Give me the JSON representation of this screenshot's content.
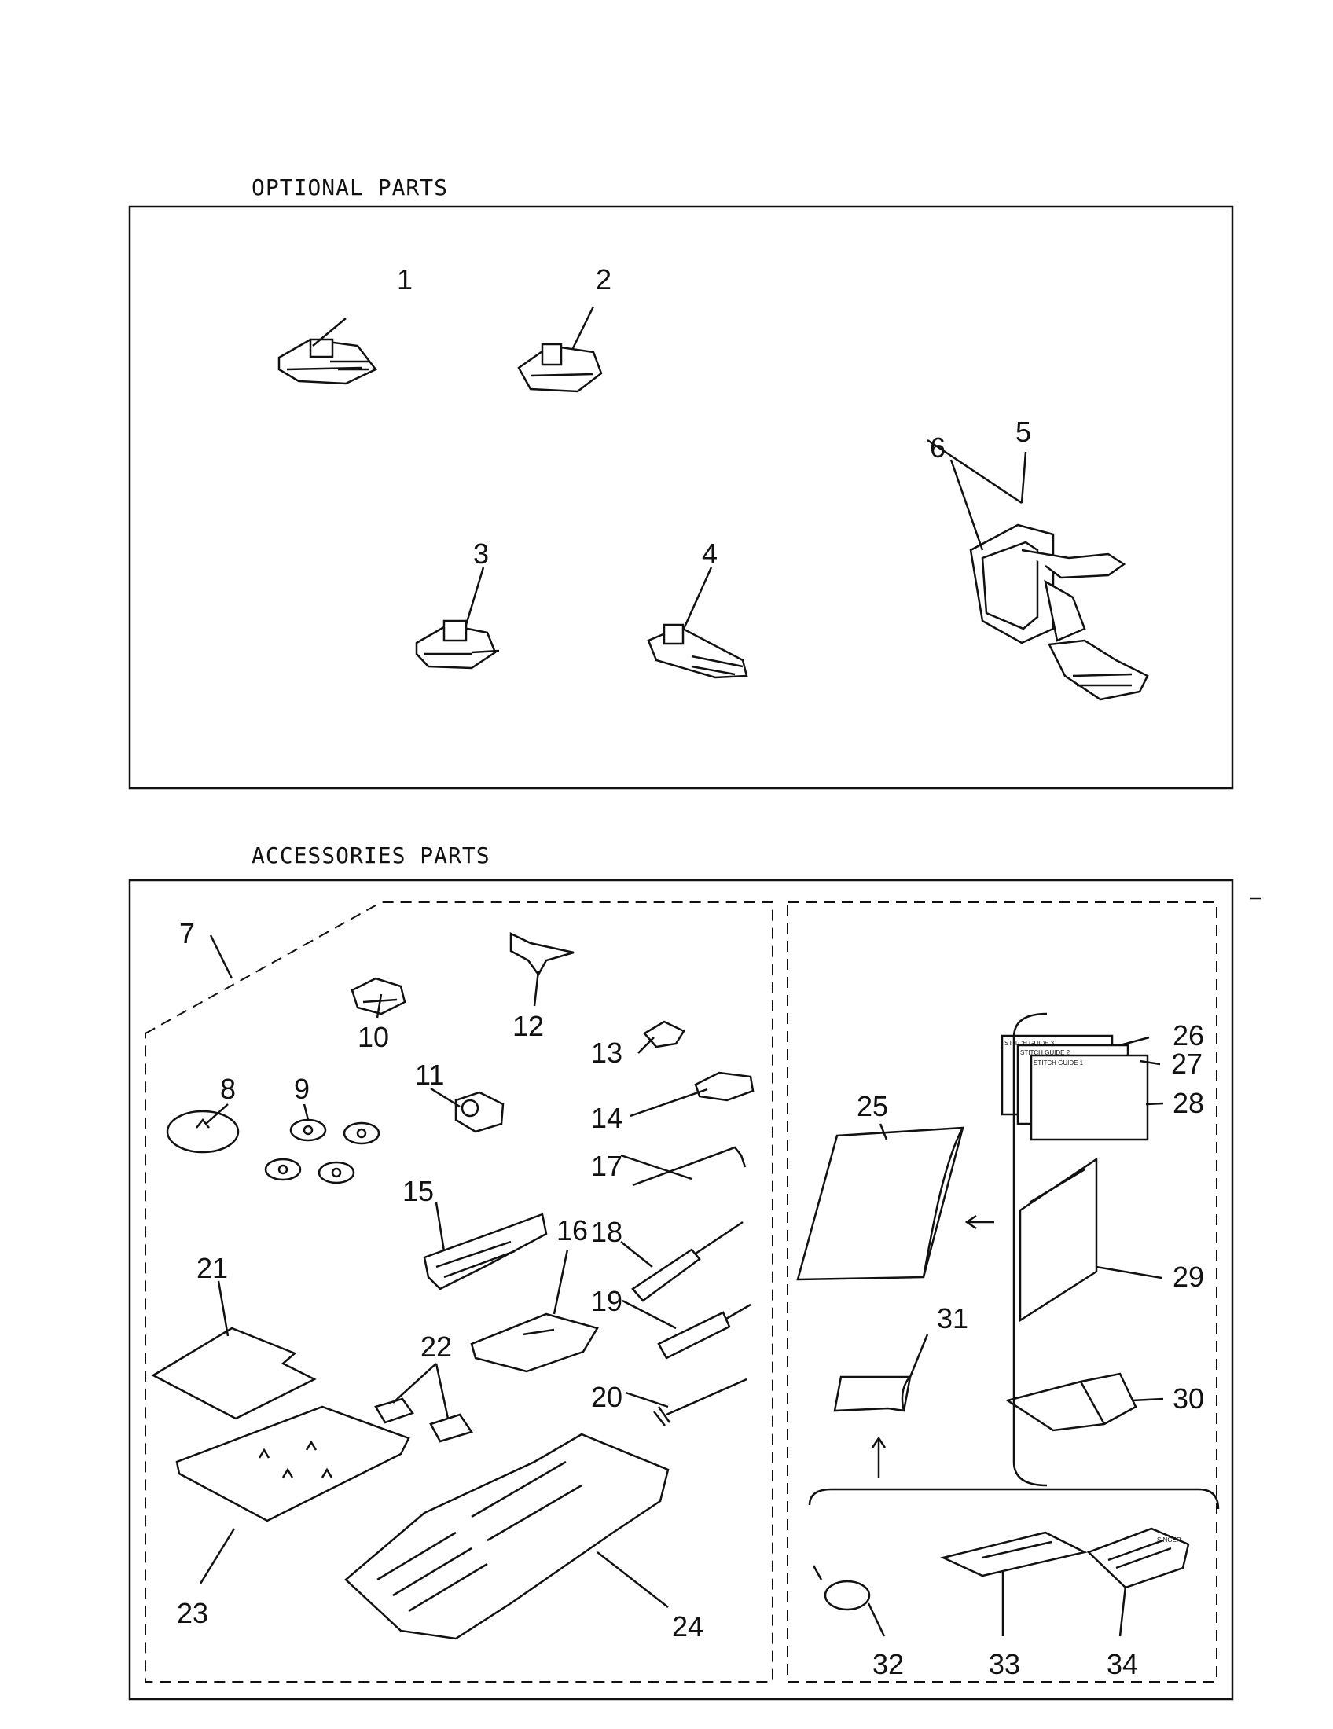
{
  "sections": {
    "optional_title": "OPTIONAL PARTS",
    "accessories_title": "ACCESSORIES PARTS"
  },
  "parts": {
    "p1": "1",
    "p2": "2",
    "p3": "3",
    "p4": "4",
    "p5": "5",
    "p6": "6",
    "p7": "7",
    "p8": "8",
    "p9": "9",
    "p10": "10",
    "p11": "11",
    "p12": "12",
    "p13": "13",
    "p14": "14",
    "p15": "15",
    "p16": "16",
    "p17": "17",
    "p18": "18",
    "p19": "19",
    "p20": "20",
    "p21": "21",
    "p22": "22",
    "p23": "23",
    "p24": "24",
    "p25": "25",
    "p26": "26",
    "p27": "27",
    "p28": "28",
    "p29": "29",
    "p30": "30",
    "p31": "31",
    "p32": "32",
    "p33": "33",
    "p34": "34"
  },
  "documents": {
    "guide3": "STITCH GUIDE 3",
    "guide2": "STITCH GUIDE 2",
    "guide1": "STITCH GUIDE 1",
    "needle_brand": "SINGER"
  }
}
